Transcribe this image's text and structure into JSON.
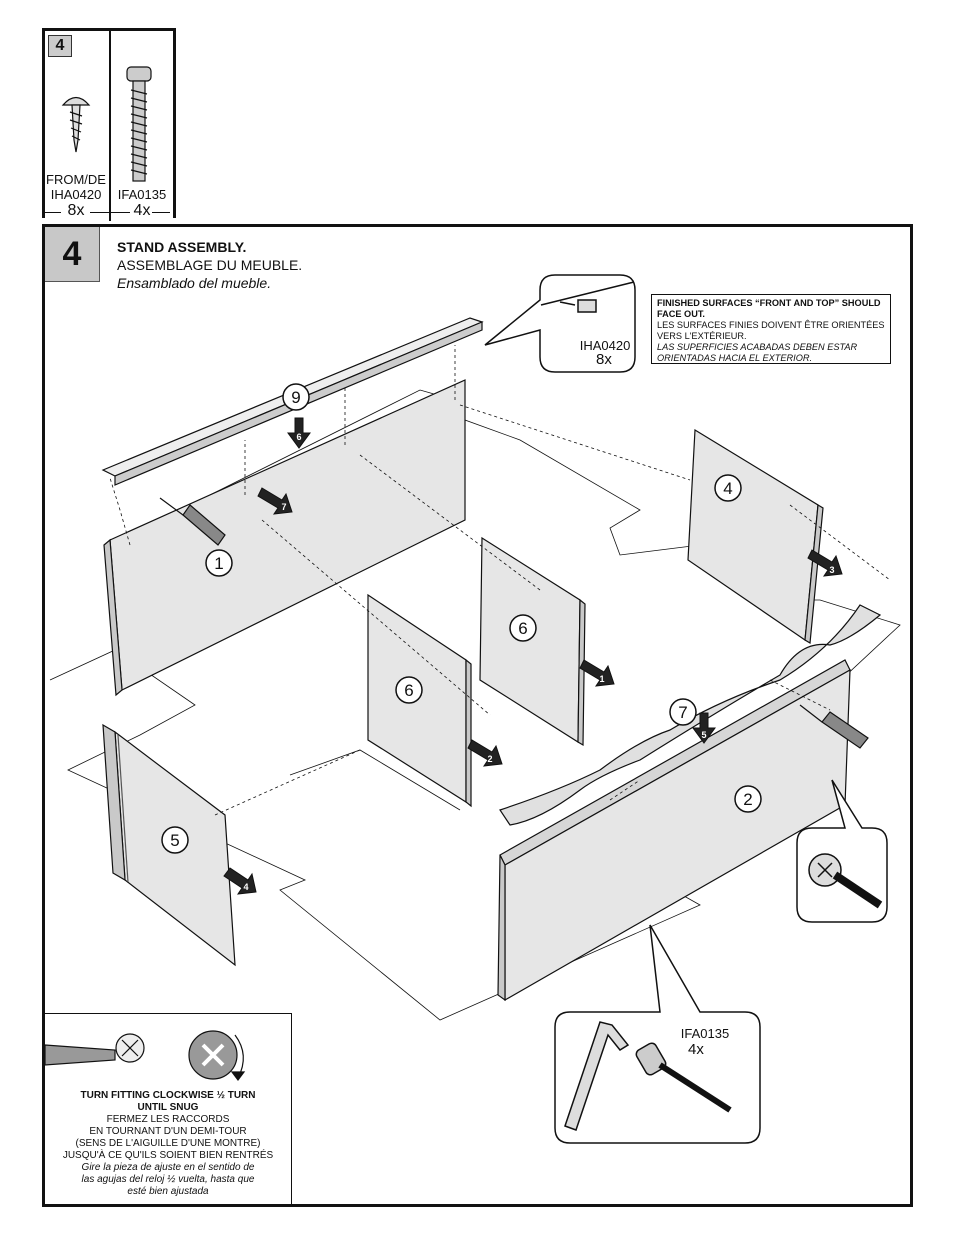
{
  "parts_box": {
    "step": "4",
    "parts": [
      {
        "name_line1": "FROM/DE",
        "name_line2": "IHA0420",
        "qty": "8x"
      },
      {
        "name_line1": "",
        "name_line2": "IFA0135",
        "qty": "4x"
      }
    ]
  },
  "step": {
    "number": "4",
    "title_en": "STAND ASSEMBLY.",
    "title_fr": "ASSEMBLAGE DU MEUBLE.",
    "title_es": "Ensamblado del mueble."
  },
  "notice": {
    "en": "FINISHED SURFACES “FRONT AND TOP” SHOULD FACE OUT.",
    "fr": "LES SURFACES FINIES DOIVENT ÊTRE ORIENTÉES VERS L'EXTÉRIEUR.",
    "es": "LAS SUPERFICIES ACABADAS DEBEN ESTAR ORIENTADAS HACIA EL EXTERIOR."
  },
  "callouts": {
    "top": {
      "part": "IHA0420",
      "qty": "8x"
    },
    "bottom": {
      "part": "IFA0135",
      "qty": "4x"
    }
  },
  "panels": [
    "1",
    "2",
    "4",
    "5",
    "6",
    "6",
    "7",
    "9"
  ],
  "arrows": [
    "1",
    "2",
    "3",
    "4",
    "5",
    "6",
    "7"
  ],
  "instruction": {
    "en_line1": "TURN FITTING CLOCKWISE ½ TURN",
    "en_line2": "UNTIL SNUG",
    "fr_line1": "FERMEZ LES RACCORDS",
    "fr_line2": "EN TOURNANT D'UN DEMI-TOUR",
    "fr_line3": "(SENS DE L'AIGUILLE D'UNE MONTRE)",
    "fr_line4": "JUSQU'À CE QU'ILS SOIENT BIEN  RENTRÉS",
    "es_line1": "Gire la pieza de ajuste en el sentido de",
    "es_line2": "las agujas del reloj ½ vuelta, hasta que",
    "es_line3": "esté bien ajustada"
  },
  "colors": {
    "panel": "#e6e6e6",
    "panel_edge": "#c9c9c9",
    "arrow": "#222222",
    "header_box": "#c8c8c8"
  }
}
